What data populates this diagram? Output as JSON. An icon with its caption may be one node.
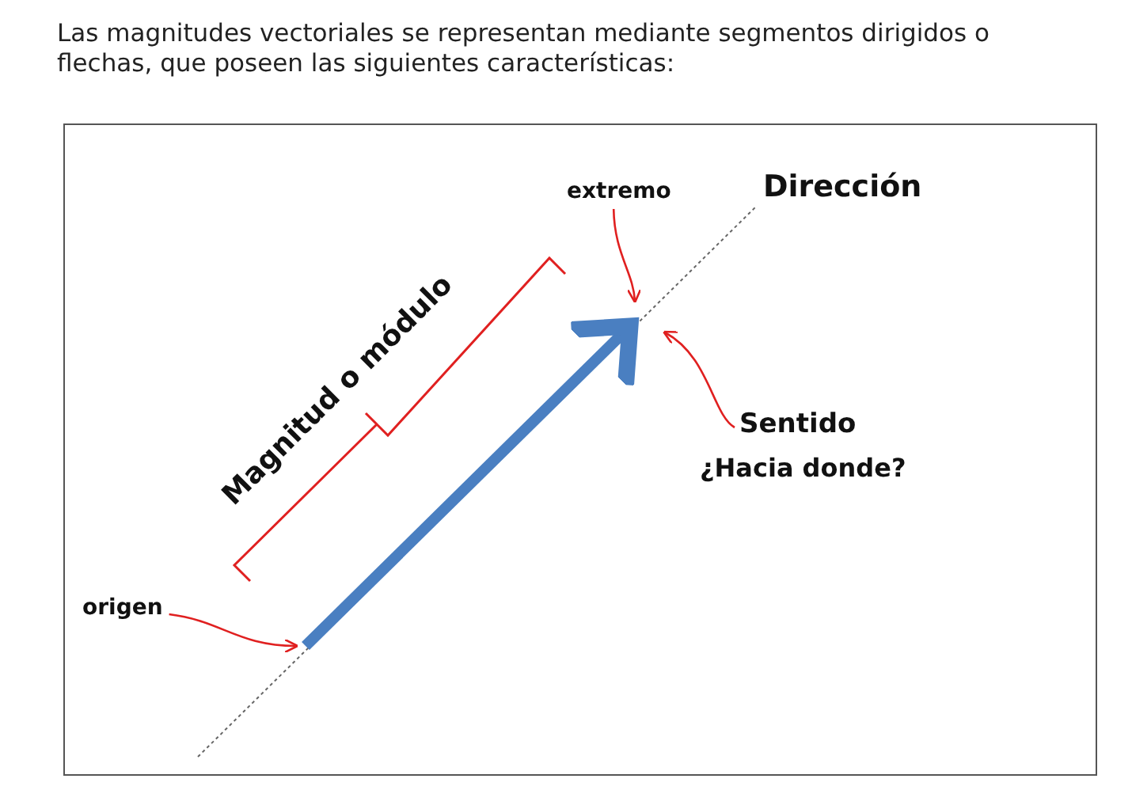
{
  "diagram": {
    "title": "Las magnitudes vectoriales se representan mediante segmentos dirigidos o flechas, que poseen las siguientes características:",
    "nodes": [
      {
        "text": [
          "extremo"
        ]
      },
      {
        "text": [
          "Sentido",
          "¿Hacia donde?"
        ]
      },
      {
        "text": [
          "origen"
        ]
      }
    ],
    "edges": [
      {
        "from": 0,
        "to": null,
        "arrow": "to"
      },
      {
        "from": 1,
        "to": null,
        "arrow": "to"
      },
      {
        "from": 2,
        "to": null,
        "arrow": "to"
      }
    ],
    "labels": [
      "Dirección",
      "Magnitud o módulo"
    ]
  }
}
